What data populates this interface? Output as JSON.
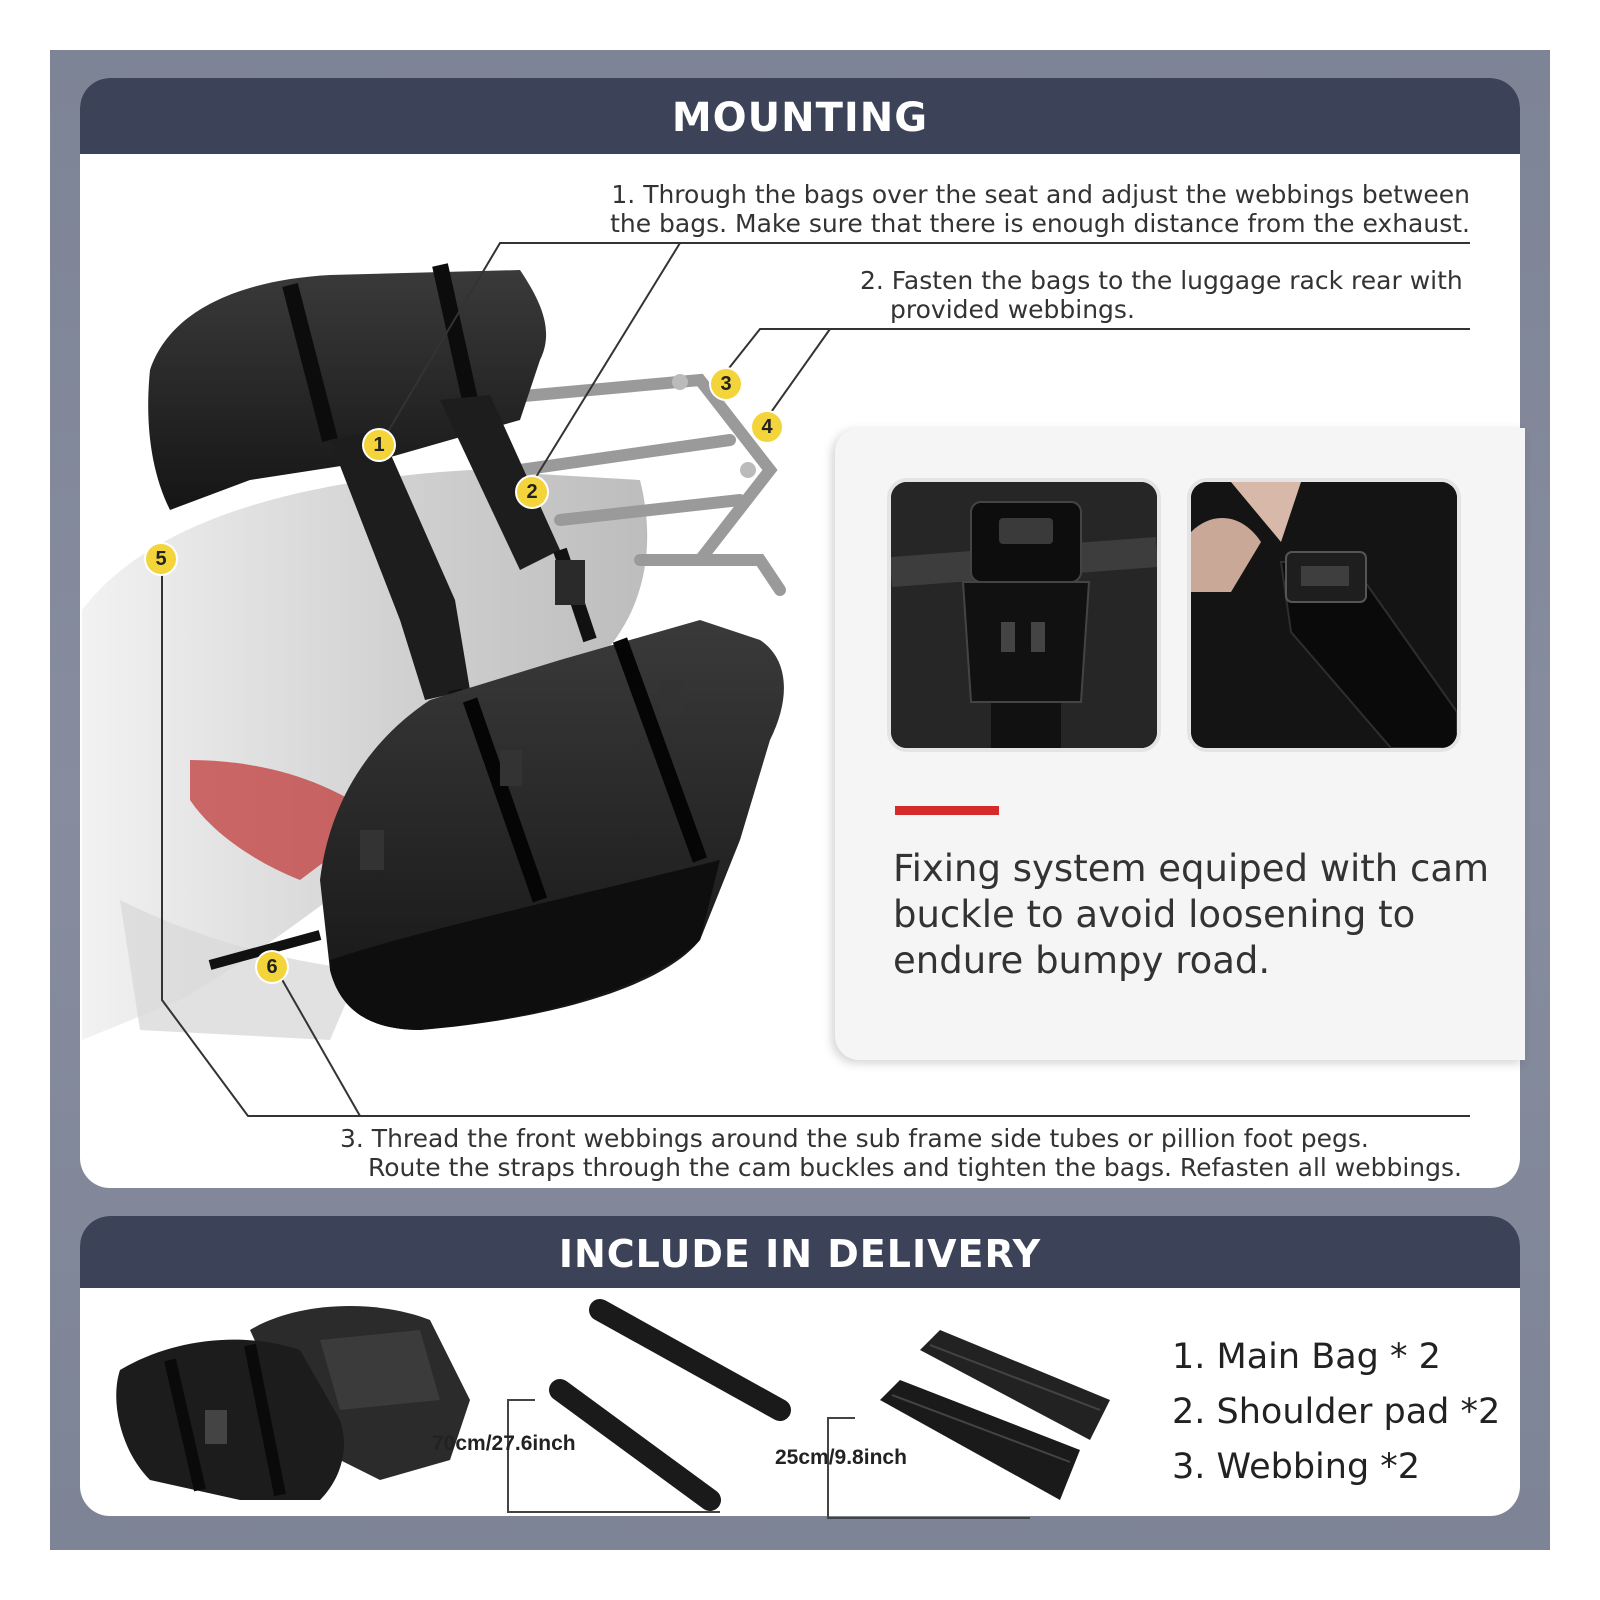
{
  "mounting": {
    "title": "MOUNTING",
    "step1": {
      "line1": "1. Through the bags over the seat and adjust the webbings between",
      "line2": "the bags. Make sure that there is enough distance from the exhaust."
    },
    "step2": {
      "line1": "2. Fasten the bags to the luggage rack rear with",
      "line2": "provided webbings."
    },
    "step3": {
      "line1": "3. Thread the front webbings around the sub frame side tubes or pillion foot pegs.",
      "line2": "Route the straps through the cam buckles and tighten the bags. Refasten all webbings."
    },
    "badges": [
      "1",
      "2",
      "3",
      "4",
      "5",
      "6"
    ],
    "feature_text": "Fixing system equiped with cam buckle to avoid loosening to endure bumpy road."
  },
  "delivery": {
    "title": "INCLUDE IN DELIVERY",
    "webbing_length": "70cm/27.6inch",
    "pad_length": "25cm/9.8inch",
    "items": [
      "1. Main Bag * 2",
      "2. Shoulder pad *2",
      "3. Webbing *2"
    ]
  },
  "colors": {
    "header": "#3c4358",
    "frame": "#858b9c",
    "badge": "#f3d43a",
    "accent": "#d42a2a"
  }
}
